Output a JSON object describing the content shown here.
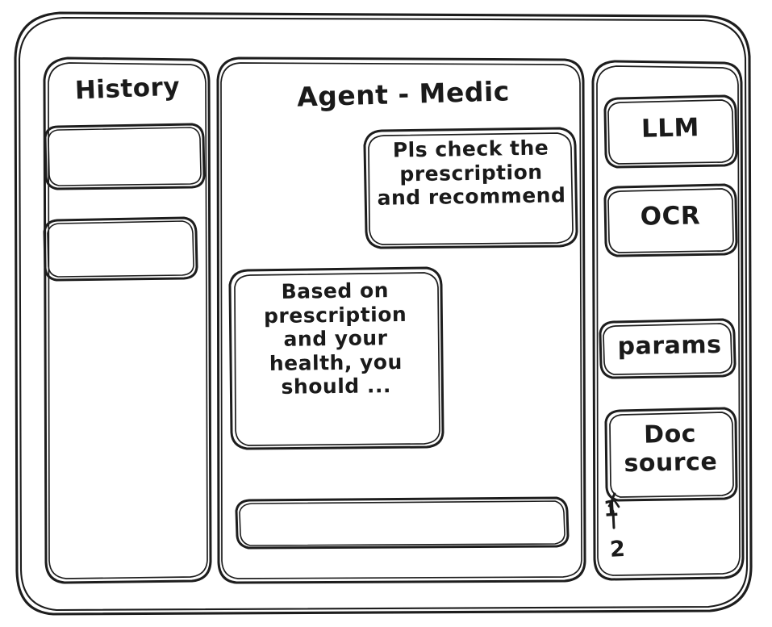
{
  "window": {
    "frame_name": "app-window"
  },
  "sidebar_left": {
    "title": "History",
    "items": [
      {
        "label": "",
        "name": "history-item-1"
      },
      {
        "label": "",
        "name": "history-item-2"
      }
    ]
  },
  "main": {
    "title": "Agent - Medic",
    "messages": [
      {
        "role": "user",
        "text": "Pls check the\nprescription\nand recommend"
      },
      {
        "role": "assistant",
        "text": "Based on\nprescription\nand your\nhealth, you\nshould ..."
      }
    ],
    "composer": {
      "value": "",
      "placeholder": ""
    }
  },
  "sidebar_right": {
    "tools": [
      {
        "label": "LLM"
      },
      {
        "label": "OCR"
      }
    ],
    "params": {
      "label": "params"
    },
    "doc_source": {
      "label": "Doc\nsource",
      "items": [
        "1",
        "2"
      ]
    }
  },
  "style": {
    "stroke": "#1d1d1d",
    "background": "#ffffff"
  }
}
